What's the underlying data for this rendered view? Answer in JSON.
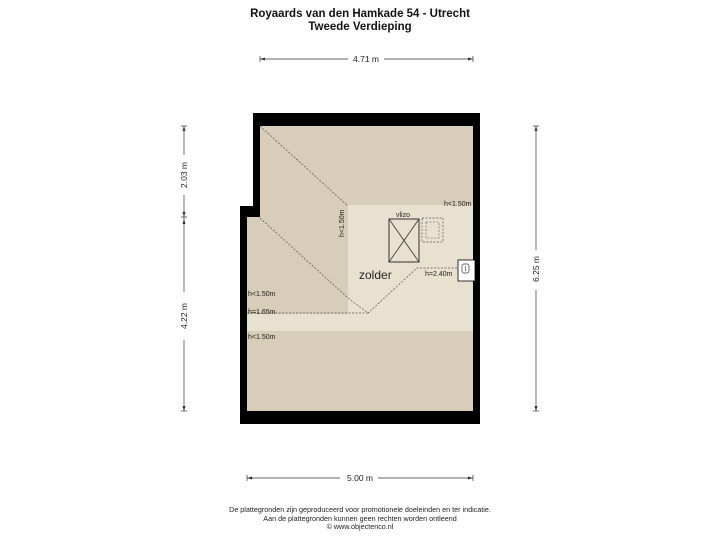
{
  "header": {
    "address": "Royaards van den Hamkade 54 - Utrecht",
    "floor": "Tweede Verdieping"
  },
  "dimensions": {
    "top_width": "4.71 m",
    "bottom_width": "5.00 m",
    "left_upper": "2.03 m",
    "left_lower": "4.22 m",
    "right_total": "6.25 m"
  },
  "rooms": {
    "zolder": "zolder",
    "vlizo": "vlizo"
  },
  "height_labels": {
    "right_top": "h<1.50m",
    "vertical_mid": "h<1.50m",
    "right_mid": "h=2.40m",
    "left_upper": "h<1.50m",
    "left_middle": "h=1.65m",
    "left_lower": "h<1.50m"
  },
  "footer": {
    "line1": "De plattegronden zijn geproduceerd voor promotionele doeleinden en ter indicatie.",
    "line2": "Aan de plattegronden kunnen geen rechten worden ontleend",
    "line3": "© www.objectenco.nl"
  },
  "colors": {
    "wall": "#000000",
    "low_area": "#d8cdb8",
    "high_area": "#e8e1d0",
    "line": "#444444"
  }
}
